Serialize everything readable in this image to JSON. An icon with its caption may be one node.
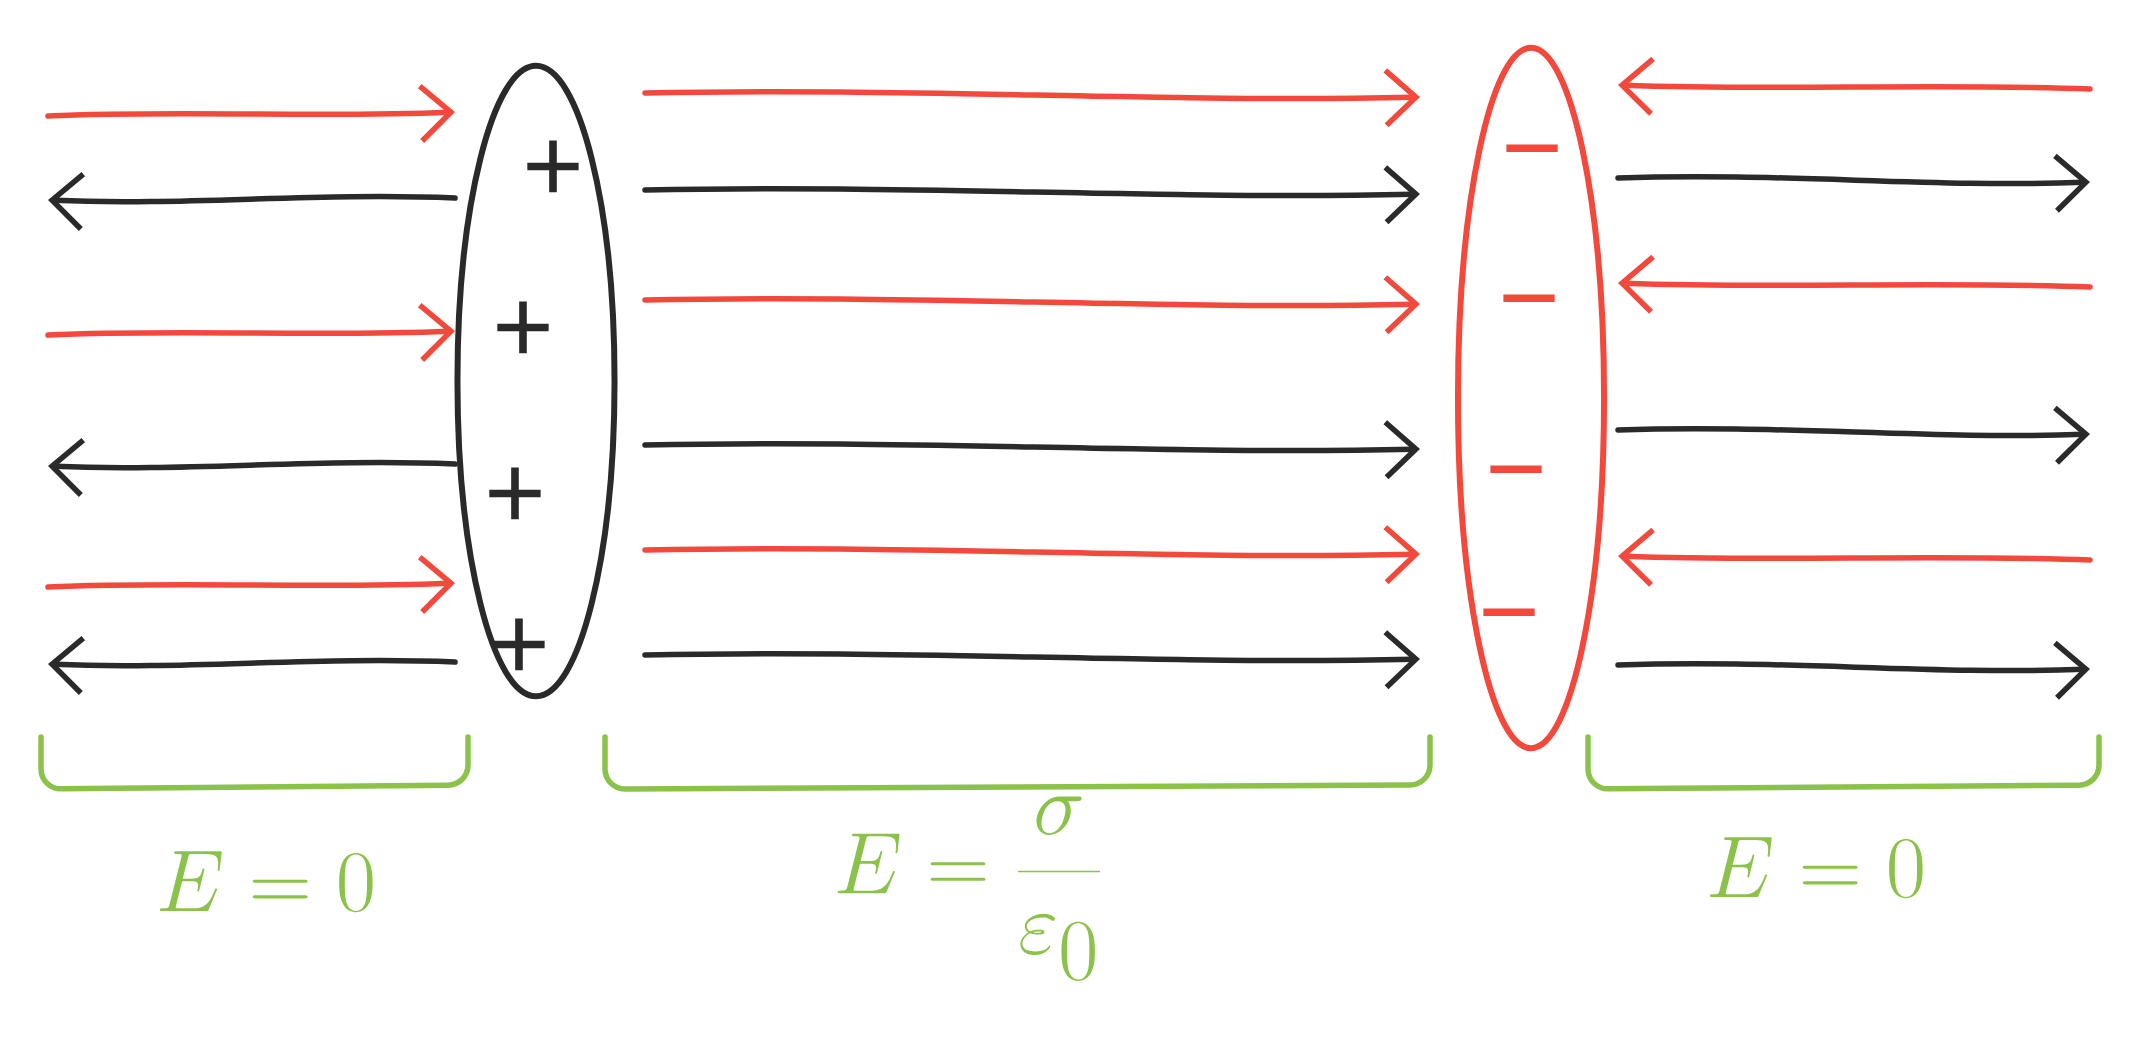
{
  "diagram": {
    "nodes": [
      {
        "text": [
          "+",
          "+",
          "+",
          "+"
        ]
      },
      {
        "text": [
          "−",
          "−",
          "−",
          "−"
        ]
      }
    ],
    "labels": [
      "E = 0",
      "E = \\frac{\\sigma}{\\varepsilon_0}",
      "E = 0"
    ]
  }
}
